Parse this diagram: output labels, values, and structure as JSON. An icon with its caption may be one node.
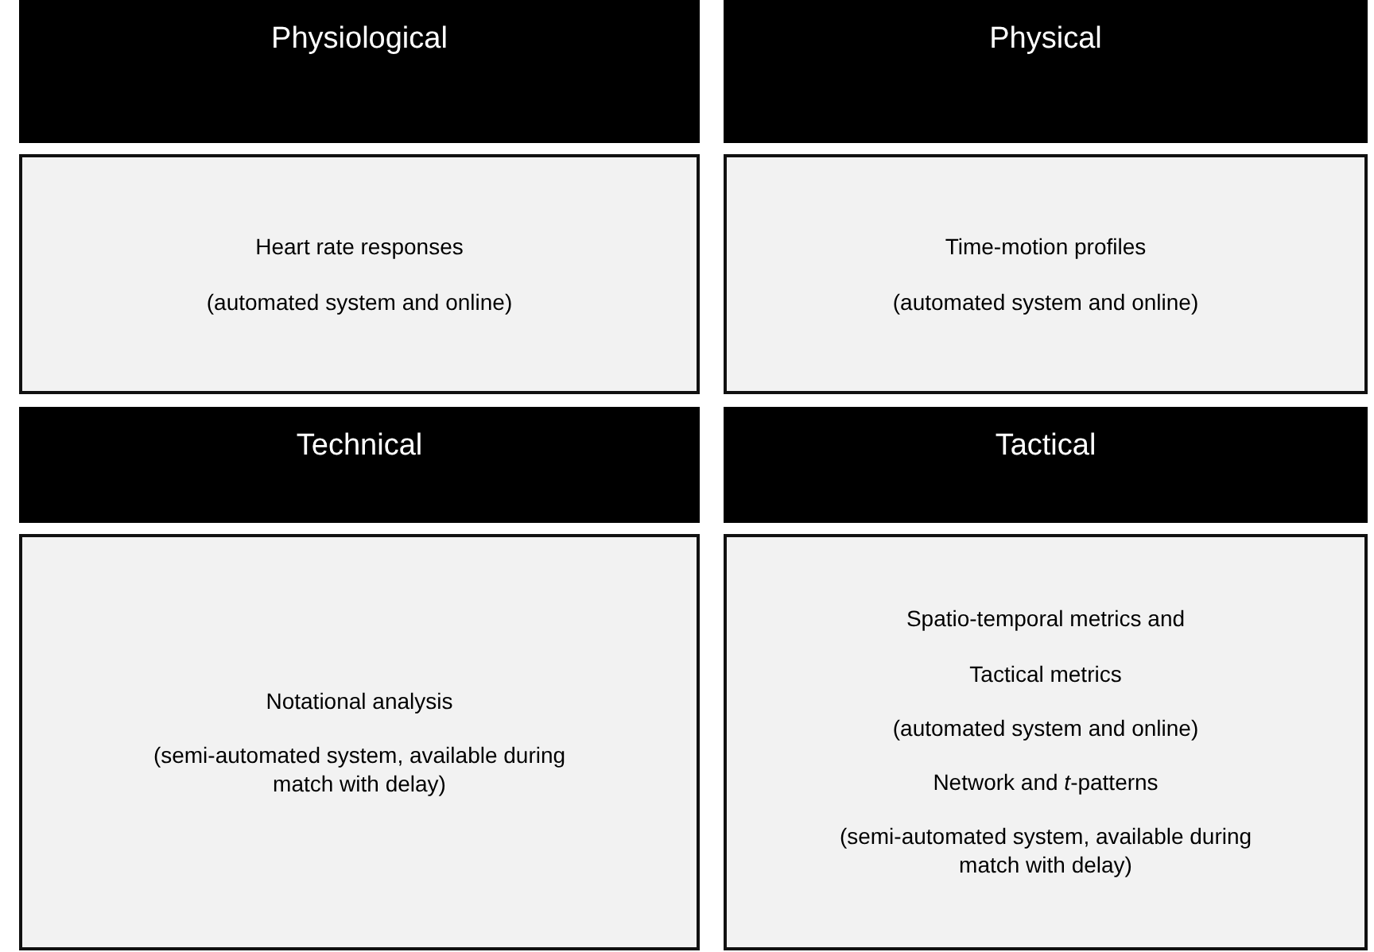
{
  "diagram": {
    "nodes": [
      {
        "text": [
          "Physiological"
        ]
      },
      {
        "text": [
          "Physical"
        ]
      },
      {
        "text": [
          "Heart rate responses",
          "(automated system and online)"
        ]
      },
      {
        "text": [
          "Time-motion profiles",
          "(automated system and online)"
        ]
      },
      {
        "text": [
          "Technical"
        ]
      },
      {
        "text": [
          "Tactical"
        ]
      },
      {
        "text": [
          "Notational analysis",
          "(semi-automated system, available during match with delay)"
        ]
      },
      {
        "text": [
          "Spatio-temporal metrics and",
          "Tactical metrics",
          "(automated system and online)",
          "Network and *t*-patterns",
          "(semi-automated system, available during match with delay)"
        ]
      }
    ]
  }
}
